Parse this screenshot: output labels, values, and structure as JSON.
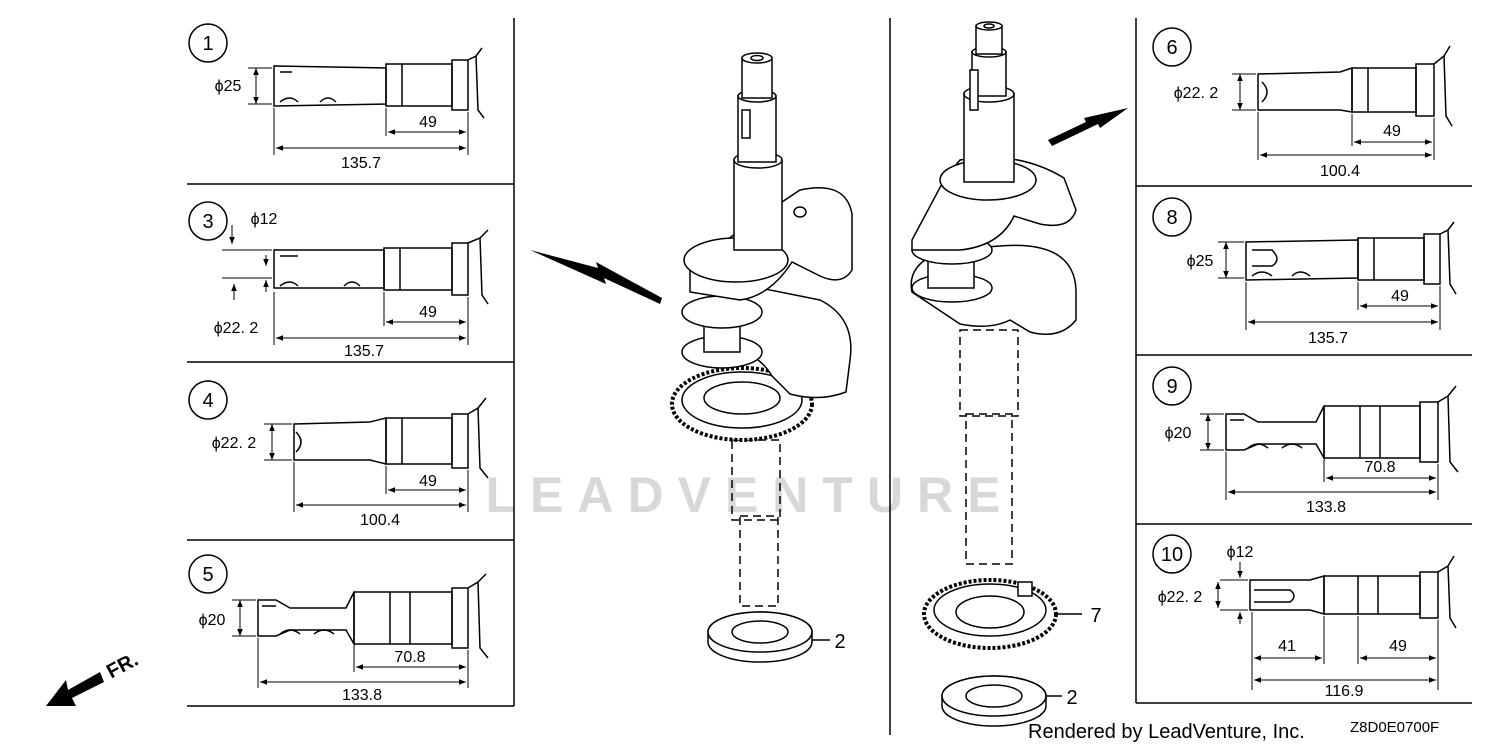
{
  "watermark": "LEADVENTURE",
  "direction_label": "FR.",
  "footer": {
    "rendered_by": "Rendered by LeadVenture, Inc.",
    "diagram_code": "Z8D0E0700F"
  },
  "callouts": {
    "washer_left": "2",
    "gear_right": "7",
    "washer_right": "2"
  },
  "panels": {
    "p1": {
      "number": "1",
      "dia_top": "",
      "dia": "ϕ25",
      "dim_a": "",
      "dim_b": "49",
      "total": "135.7"
    },
    "p3": {
      "number": "3",
      "dia_top": "ϕ12",
      "dia": "ϕ22. 2",
      "dim_a": "",
      "dim_b": "49",
      "total": "135.7"
    },
    "p4": {
      "number": "4",
      "dia_top": "",
      "dia": "ϕ22. 2",
      "dim_a": "",
      "dim_b": "49",
      "total": "100.4"
    },
    "p5": {
      "number": "5",
      "dia_top": "",
      "dia": "ϕ20",
      "dim_a": "",
      "dim_b": "70.8",
      "total": "133.8"
    },
    "p6": {
      "number": "6",
      "dia_top": "",
      "dia": "ϕ22. 2",
      "dim_a": "",
      "dim_b": "49",
      "total": "100.4"
    },
    "p8": {
      "number": "8",
      "dia_top": "",
      "dia": "ϕ25",
      "dim_a": "",
      "dim_b": "49",
      "total": "135.7"
    },
    "p9": {
      "number": "9",
      "dia_top": "",
      "dia": "ϕ20",
      "dim_a": "",
      "dim_b": "70.8",
      "total": "133.8"
    },
    "p10": {
      "number": "10",
      "dia_top": "ϕ12",
      "dia": "ϕ22. 2",
      "dim_a": "41",
      "dim_b": "49",
      "total": "116.9"
    }
  }
}
